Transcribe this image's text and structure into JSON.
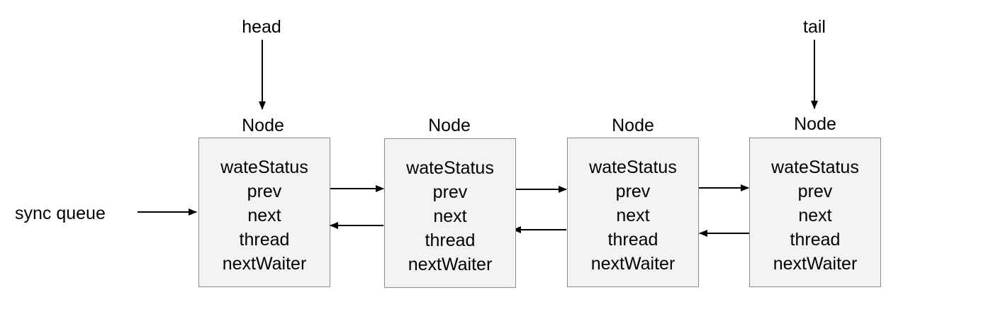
{
  "pointers": {
    "head": "head",
    "tail": "tail"
  },
  "queue_label": "sync queue",
  "nodes": [
    {
      "title": "Node",
      "fields": [
        "wateStatus",
        "prev",
        "next",
        "thread",
        "nextWaiter"
      ]
    },
    {
      "title": "Node",
      "fields": [
        "wateStatus",
        "prev",
        "next",
        "thread",
        "nextWaiter"
      ]
    },
    {
      "title": "Node",
      "fields": [
        "wateStatus",
        "prev",
        "next",
        "thread",
        "nextWaiter"
      ]
    },
    {
      "title": "Node",
      "fields": [
        "wateStatus",
        "prev",
        "next",
        "thread",
        "nextWaiter"
      ]
    }
  ],
  "colors": {
    "node_fill": "#f3f3f3",
    "node_border": "#8a8a8a",
    "line": "#000000"
  }
}
